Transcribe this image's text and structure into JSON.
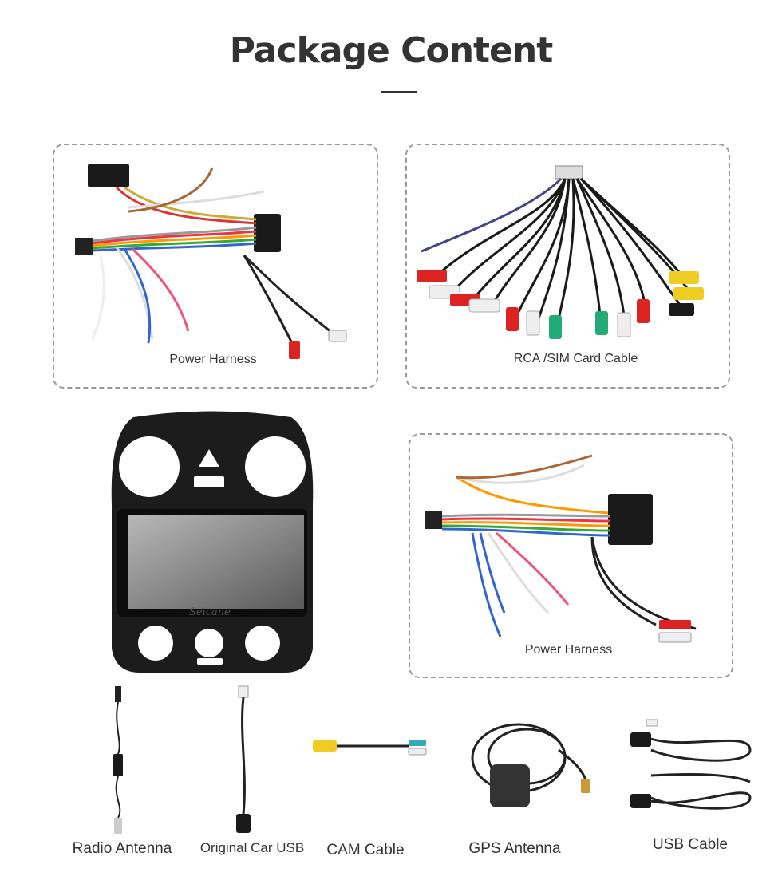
{
  "title": "Package Content",
  "items": {
    "power_harness_1": "Power Harness",
    "rca_sim_cable": "RCA /SIM Card Cable",
    "power_harness_2": "Power Harness",
    "radio_antenna": "Radio Antenna",
    "original_car_usb": "Original Car USB",
    "cam_cable": "CAM Cable",
    "gps_antenna": "GPS Antenna",
    "usb_cable": "USB Cable"
  },
  "brand": "Seicane"
}
